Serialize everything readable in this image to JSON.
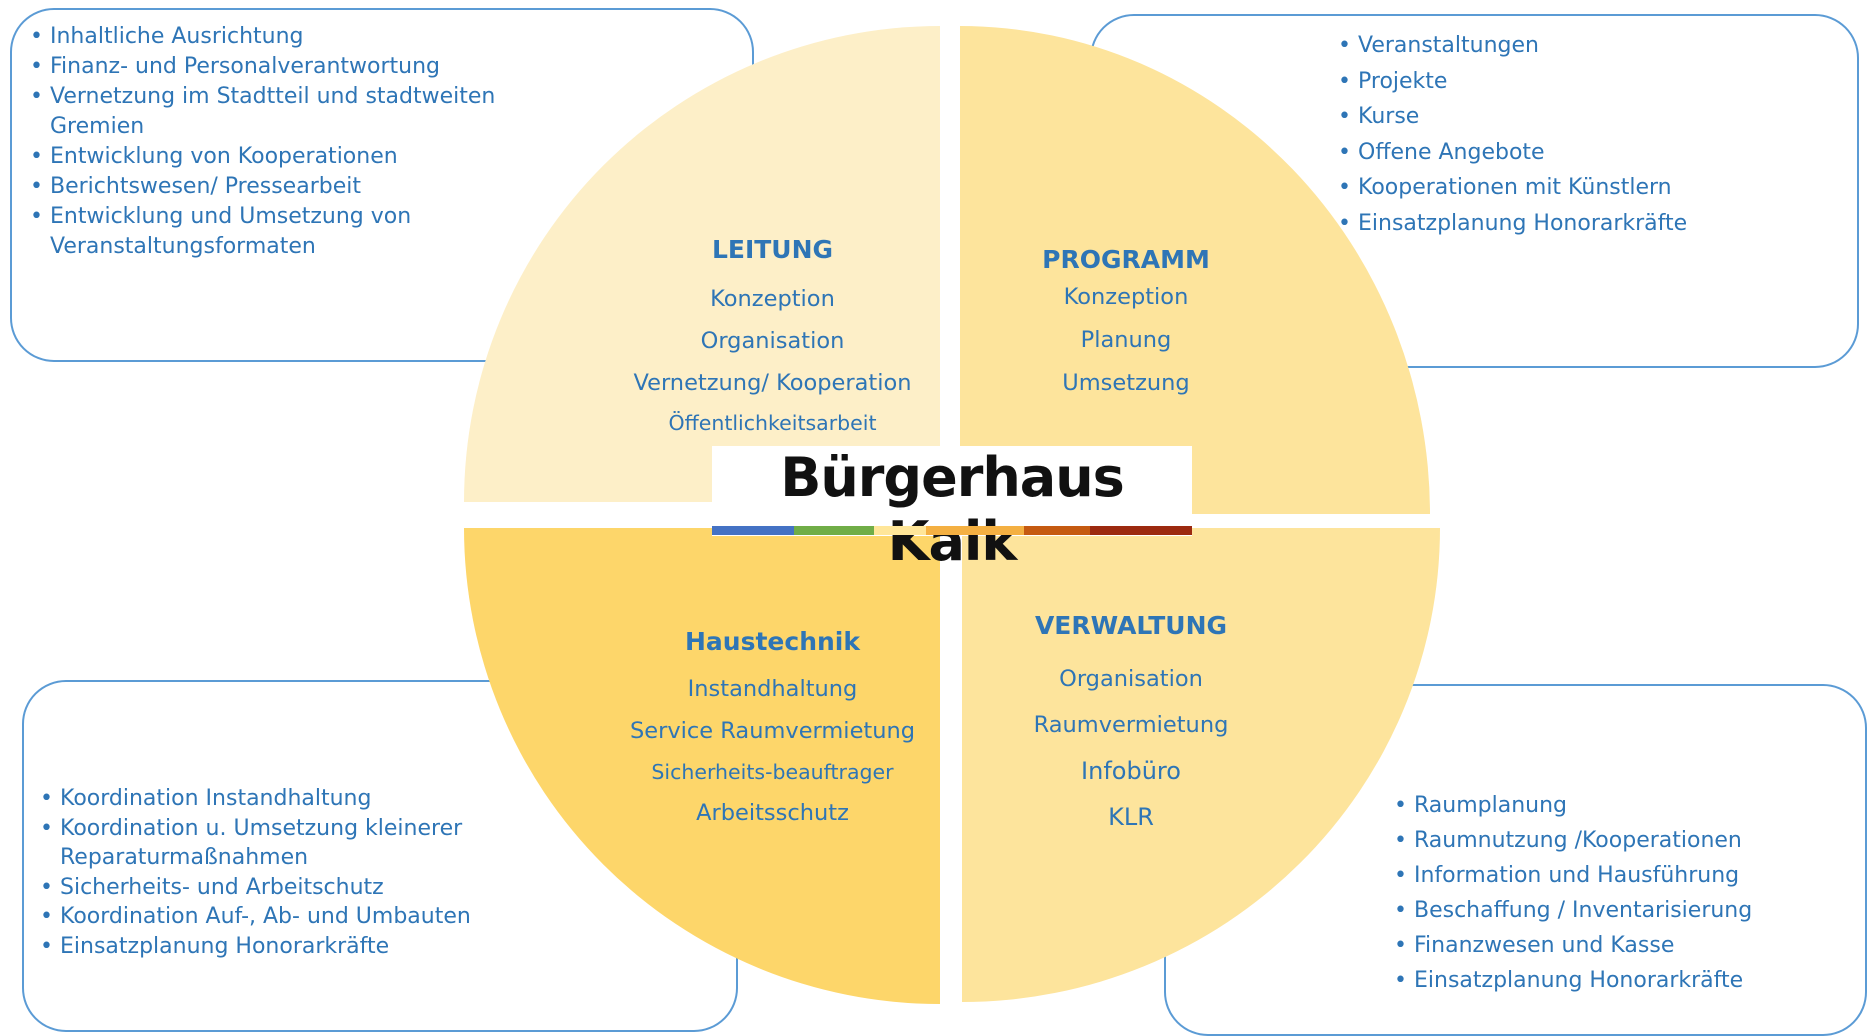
{
  "title": "Bürgerhaus Kalk",
  "colors": {
    "leitung": "#fdefc8",
    "programm": "#fde49c",
    "haustechnik": "#fdd66a",
    "verwaltung": "#fde49c",
    "text": "#2e75b6",
    "border": "#5b9bd5",
    "logo_bar": [
      "#4472c4",
      "#70ad47",
      "#ffe699",
      "#f4b042",
      "#c55a11",
      "#9c2a10"
    ]
  },
  "quadrants": {
    "leitung": {
      "title": "LEITUNG",
      "items": [
        "Konzeption",
        "Organisation",
        "Vernetzung/ Kooperation",
        "Öffentlichkeitsarbeit"
      ]
    },
    "programm": {
      "title": "PROGRAMM",
      "items": [
        "Konzeption",
        "Planung",
        "Umsetzung"
      ]
    },
    "haustechnik": {
      "title": "Haustechnik",
      "items": [
        "Instandhaltung",
        "Service Raumvermietung",
        "Sicherheits-beauftrager",
        "Arbeitsschutz"
      ]
    },
    "verwaltung": {
      "title": "VERWALTUNG",
      "items": [
        "Organisation",
        "Raumvermietung",
        "Infobüro",
        "KLR"
      ]
    }
  },
  "boxes": {
    "top_left": [
      "Inhaltliche Ausrichtung",
      "Finanz- und Personalverantwortung",
      "Vernetzung im Stadtteil und stadtweiten Gremien",
      "Entwicklung von Kooperationen",
      "Berichtswesen/ Pressearbeit",
      "Entwicklung und Umsetzung von Veranstaltungsformaten"
    ],
    "top_right": [
      "Veranstaltungen",
      "Projekte",
      "Kurse",
      "Offene Angebote",
      "Kooperationen mit Künstlern",
      "Einsatzplanung Honorarkräfte"
    ],
    "bottom_left": [
      "Koordination Instandhaltung",
      "Koordination u. Umsetzung kleinerer Reparaturmaßnahmen",
      "Sicherheits- und Arbeitschutz",
      "Koordination Auf-, Ab- und Umbauten",
      "Einsatzplanung Honorarkräfte"
    ],
    "bottom_right": [
      "Raumplanung",
      "Raumnutzung /Kooperationen",
      "Information und Hausführung",
      "Beschaffung / Inventarisierung",
      "Finanzwesen und Kasse",
      "Einsatzplanung Honorarkräfte"
    ]
  }
}
